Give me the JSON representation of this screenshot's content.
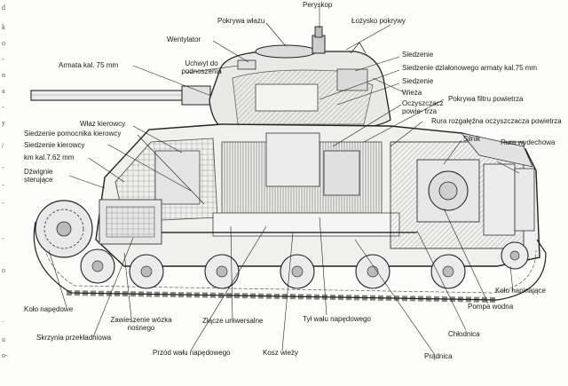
{
  "margin_fragments": [
    "d",
    "k",
    "o",
    "-",
    "n",
    "a",
    "-",
    "y",
    "/",
    "-",
    "-",
    "-",
    "-",
    "o",
    ".",
    "u",
    "o-"
  ],
  "labels": {
    "peryskop": "Peryskop",
    "pokrywa_wlazu": "Pokrywa włazu",
    "lozysko_pokrywy": "Łożysko pokrywy",
    "wentylator": "Wentylator",
    "armata": "Armata kal. 75 mm",
    "uchwyt": "Uchwyt do podnoszenia",
    "siedzenie": "Siedzenie",
    "siedzenie_dzialonowego": "Siedzenie działonowego armaty kal.75 mm",
    "siedzenie_2": "Siedzenie",
    "wieza": "Wieża",
    "oczyszczacz": "Oczyszczacz powie- trza",
    "pokrywa_filtru": "Pokrywa filtru powietrza",
    "rura_rozgalezna": "Rura rozgałęźna oczyszczacza powietrza",
    "silnik": "Silnik",
    "rura_wydechowa": "Rura wydechowa",
    "wlaz_kierowcy": "Właz kierowcy",
    "siedzenie_pomocnika": "Siedzenie pomocnika kierowcy",
    "siedzenie_kierowcy": "Siedzenie kierowcy",
    "km": "km kal.7.62 mm",
    "dzwignie": "Dźwignie sterujące",
    "kolo_napinajace": "Koło napinające",
    "pompa_wodna": "Pompa wodna",
    "kolo_napedowe": "Koło napędowe",
    "zawieszenie": "Zawieszenie wózka nośnego",
    "zlacze": "Złącze uniwersalne",
    "tyl_walu": "Tył wału napędowego",
    "chlodnica": "Chłodnica",
    "skrzynia": "Skrzynia przekładniowa",
    "przod_walu": "Przód wału napędowego",
    "kosz_wiezy": "Kosz wieży",
    "pradnica": "Prądnica"
  }
}
